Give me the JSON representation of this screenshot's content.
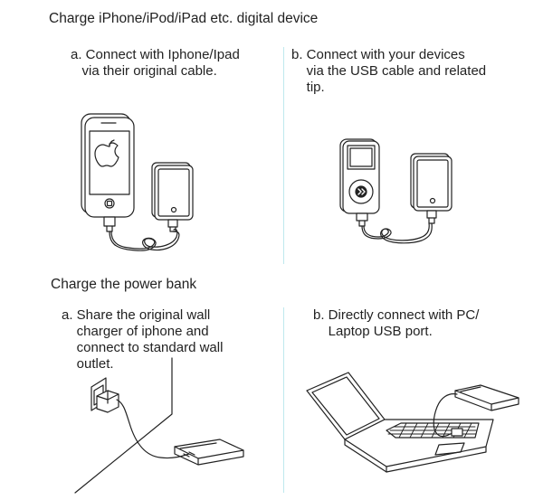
{
  "section1": {
    "title": "Charge iPhone/iPod/iPad etc. digital device",
    "step_a": "a. Connect with Iphone/Ipad\n   via their original cable.",
    "step_b": "b. Connect with your devices\n    via the USB cable and related\n    tip."
  },
  "section2": {
    "title": "Charge the power bank",
    "step_a": "a. Share the original wall\n    charger of iphone and\n    connect to standard wall\n    outlet.",
    "step_b": "b. Directly connect with PC/\n    Laptop USB port."
  },
  "colors": {
    "divider": "#bfe9ee",
    "line_art": "#222222"
  },
  "icons": [
    "iphone-icon",
    "power-bank-icon",
    "music-player-icon",
    "usb-cable-icon",
    "wall-outlet-icon",
    "wall-charger-icon",
    "laptop-icon"
  ]
}
